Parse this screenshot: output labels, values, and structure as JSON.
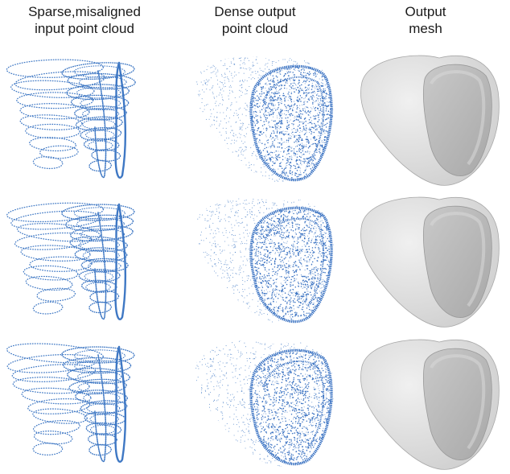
{
  "columns": [
    {
      "line1": "Sparse,misaligned",
      "line2": "input point cloud"
    },
    {
      "line1": "Dense output",
      "line2": "point cloud"
    },
    {
      "line1": "Output",
      "line2": "mesh"
    }
  ],
  "rows": 3,
  "colors": {
    "point_blue": "#3f78c4",
    "dense_blue": "#3a72c2",
    "mesh_light": "#e4e4e4",
    "mesh_inner": "#bdbdbd",
    "mesh_edge": "#a9a9a9"
  }
}
